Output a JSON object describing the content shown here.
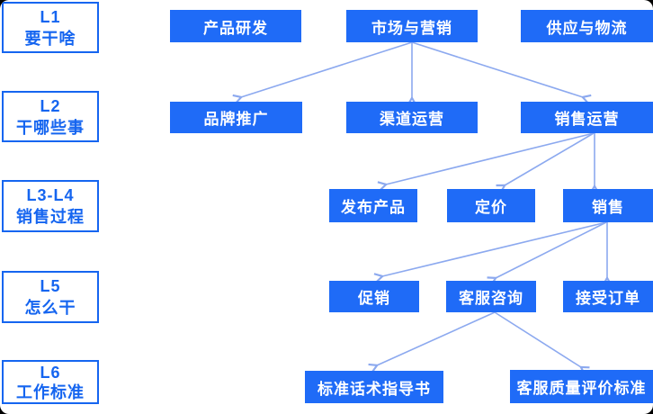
{
  "diagram": {
    "title": "process-hierarchy-diagram",
    "levels": [
      {
        "id": "l1",
        "line1": "L1",
        "line2": "要干啥"
      },
      {
        "id": "l2",
        "line1": "L2",
        "line2": "干哪些事"
      },
      {
        "id": "l3l4",
        "line1": "L3-L4",
        "line2": "销售过程"
      },
      {
        "id": "l5",
        "line1": "L5",
        "line2": "怎么干"
      },
      {
        "id": "l6",
        "line1": "L6",
        "line2": "工作标准"
      }
    ],
    "nodes": [
      {
        "id": "product-rd",
        "level": "L1",
        "label": "产品研发"
      },
      {
        "id": "marketing",
        "level": "L1",
        "label": "市场与营销"
      },
      {
        "id": "supply-logistics",
        "level": "L1",
        "label": "供应与物流"
      },
      {
        "id": "brand-promotion",
        "level": "L2",
        "label": "品牌推广"
      },
      {
        "id": "channel-operation",
        "level": "L2",
        "label": "渠道运营"
      },
      {
        "id": "sales-operation",
        "level": "L2",
        "label": "销售运营"
      },
      {
        "id": "product-launch",
        "level": "L3-L4",
        "label": "发布产品"
      },
      {
        "id": "pricing",
        "level": "L3-L4",
        "label": "定价"
      },
      {
        "id": "sales",
        "level": "L3-L4",
        "label": "销售"
      },
      {
        "id": "promotion",
        "level": "L5",
        "label": "促销"
      },
      {
        "id": "customer-service-inquiry",
        "level": "L5",
        "label": "客服咨询"
      },
      {
        "id": "order-acceptance",
        "level": "L5",
        "label": "接受订单"
      },
      {
        "id": "script-guidebook",
        "level": "L6",
        "label": "标准话术指导书"
      },
      {
        "id": "service-quality-standard",
        "level": "L6",
        "label": "客服质量评价标准"
      }
    ],
    "edges": [
      {
        "from": "marketing",
        "to": "brand-promotion"
      },
      {
        "from": "marketing",
        "to": "channel-operation"
      },
      {
        "from": "marketing",
        "to": "sales-operation"
      },
      {
        "from": "sales-operation",
        "to": "product-launch"
      },
      {
        "from": "sales-operation",
        "to": "pricing"
      },
      {
        "from": "sales-operation",
        "to": "sales"
      },
      {
        "from": "sales",
        "to": "promotion"
      },
      {
        "from": "sales",
        "to": "customer-service-inquiry"
      },
      {
        "from": "sales",
        "to": "order-acceptance"
      },
      {
        "from": "customer-service-inquiry",
        "to": "script-guidebook"
      },
      {
        "from": "customer-service-inquiry",
        "to": "service-quality-standard"
      }
    ],
    "colors": {
      "node_fill": "#1f6bf7",
      "node_text": "#ffffff",
      "level_border": "#1565f0",
      "level_text": "#1565f0",
      "arrow": "#8ca9ef",
      "canvas_background": "#ffffff",
      "surround": "#000000"
    }
  }
}
